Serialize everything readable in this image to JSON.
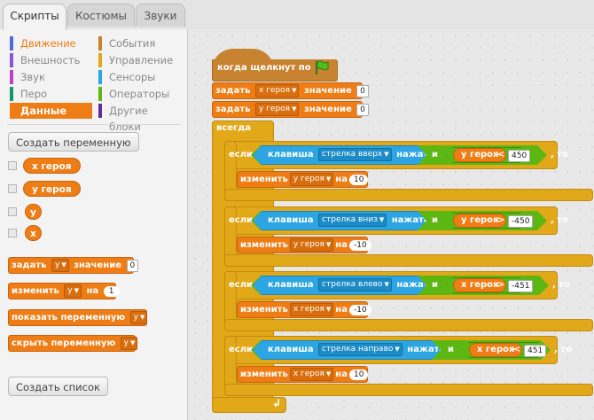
{
  "tabs": [
    "Скрипты",
    "Костюмы",
    "Звуки"
  ],
  "categories": [
    {
      "label": "Движение",
      "color": "#4a6cd4"
    },
    {
      "label": "Внешность",
      "color": "#8a55d7"
    },
    {
      "label": "Звук",
      "color": "#bb42c3"
    },
    {
      "label": "Перо",
      "color": "#0e9a6c"
    },
    {
      "label": "Данные",
      "color": "#ee7d16"
    },
    {
      "label": "События",
      "color": "#c88330"
    },
    {
      "label": "Управление",
      "color": "#e1a91a"
    },
    {
      "label": "Сенсоры",
      "color": "#2ca5e2"
    },
    {
      "label": "Операторы",
      "color": "#5cb712"
    },
    {
      "label": "Другие блоки",
      "color": "#632d99"
    }
  ],
  "palette": {
    "make_variable": "Создать переменную",
    "variables": [
      "x героя",
      "y героя",
      "y",
      "x"
    ],
    "set_block": {
      "text": "задать",
      "var": "y",
      "mid": "значение",
      "value": "0"
    },
    "change_block": {
      "text": "изменить",
      "var": "y",
      "mid": "на",
      "value": "1"
    },
    "show_block": {
      "text": "показать переменную",
      "var": "y"
    },
    "hide_block": {
      "text": "скрыть переменную",
      "var": "y"
    },
    "make_list": "Создать список"
  },
  "script": {
    "hat": "когда щелкнут по",
    "set1": {
      "text": "задать",
      "var": "x героя",
      "mid": "значение",
      "value": "0"
    },
    "set2": {
      "text": "задать",
      "var": "y героя",
      "mid": "значение",
      "value": "0"
    },
    "forever": "всегда",
    "if_label": "если",
    "then_label": ", то",
    "key_label": "клавиша",
    "pressed_label": "нажата?",
    "and_label": "и",
    "change_label": "изменить",
    "by_label": "на",
    "ifs": [
      {
        "key": "стрелка вверх",
        "var": "y героя",
        "op": "<",
        "value": "450",
        "change_var": "y героя",
        "change_value": "10"
      },
      {
        "key": "стрелка вниз",
        "var": "y героя",
        "op": ">",
        "value": "-450",
        "change_var": "y героя",
        "change_value": "-10"
      },
      {
        "key": "стрелка влево",
        "var": "x героя",
        "op": ">",
        "value": "-451",
        "change_var": "x героя",
        "change_value": "-10"
      },
      {
        "key": "стрелка направо",
        "var": "x героя",
        "op": "<",
        "value": "451",
        "change_var": "x героя",
        "change_value": "10"
      }
    ],
    "loop_arrow": "↲"
  }
}
